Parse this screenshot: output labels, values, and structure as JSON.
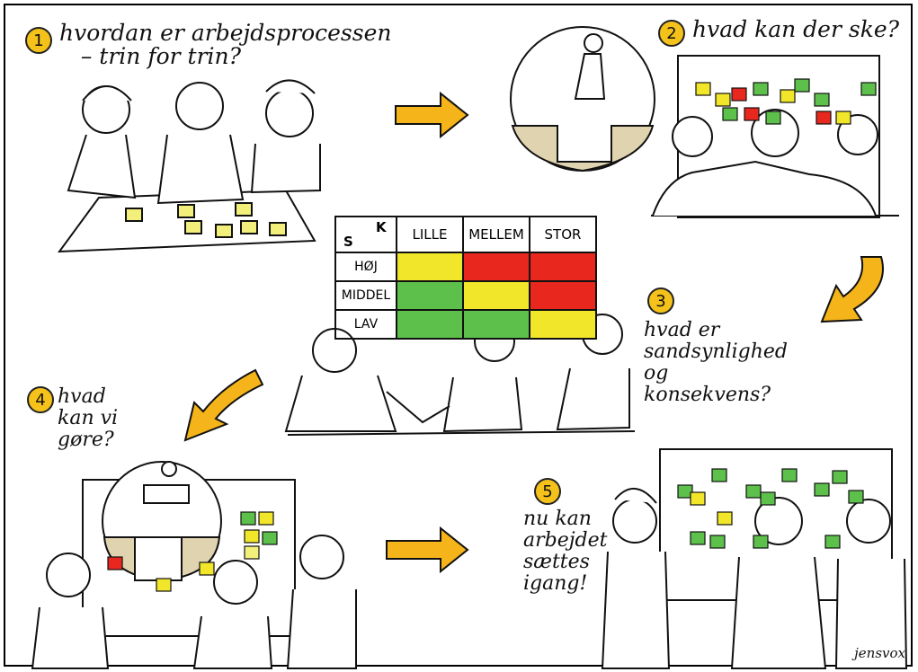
{
  "steps": [
    {
      "number": "1",
      "text": "hvordan er arbejdsprocessen\n   – trin for trin?"
    },
    {
      "number": "2",
      "text": "hvad kan der ske?"
    },
    {
      "number": "3",
      "text": "hvad er\nsandsynlighed\nog\nkonsekvens?"
    },
    {
      "number": "4",
      "text": "hvad\nkan vi\ngøre?"
    },
    {
      "number": "5",
      "text": "nu kan\narbejdet\nsættes\nigang!"
    }
  ],
  "matrix": {
    "corner_top": "K",
    "corner_bottom": "S",
    "columns": [
      "LILLE",
      "MELLEM",
      "STOR"
    ],
    "rows": [
      {
        "label": "HØJ",
        "colors": [
          "#f2e62a",
          "#e8281e",
          "#e8281e"
        ]
      },
      {
        "label": "MIDDEL",
        "colors": [
          "#5cc04a",
          "#f2e62a",
          "#e8281e"
        ]
      },
      {
        "label": "LAV",
        "colors": [
          "#5cc04a",
          "#5cc04a",
          "#f2e62a"
        ]
      }
    ]
  },
  "colors": {
    "arrow": "#f4b41a",
    "note_yellow": "#f2f07a",
    "note_green": "#5cc04a",
    "note_red": "#e8281e"
  },
  "signature": "jensvox"
}
